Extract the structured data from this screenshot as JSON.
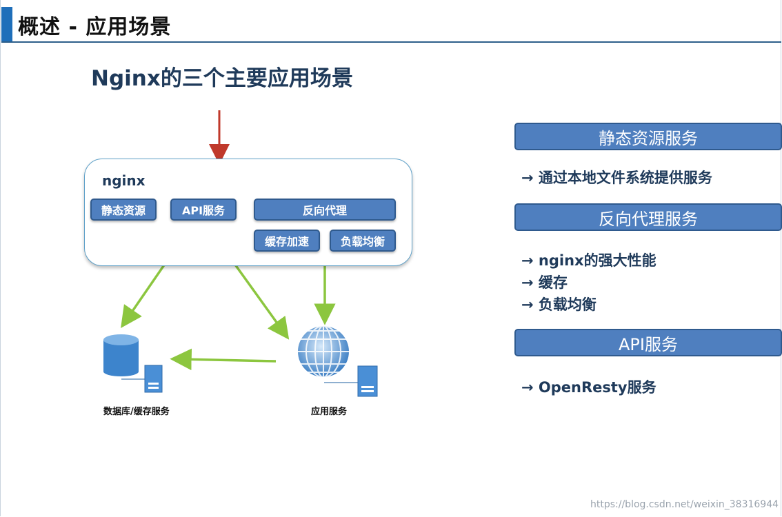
{
  "header": {
    "title": "概述 - 应用场景"
  },
  "subtitle": "Nginx的三个主要应用场景",
  "diagram": {
    "nginx_label": "nginx",
    "buttons": {
      "static": "静态资源",
      "api": "API服务",
      "reverse_proxy": "反向代理",
      "cache": "缓存加速",
      "load_balance": "负载均衡"
    },
    "db_caption": "数据库/缓存服务",
    "app_caption": "应用服务"
  },
  "sections": [
    {
      "title": "静态资源服务",
      "items": [
        "→ 通过本地文件系统提供服务"
      ]
    },
    {
      "title": "反向代理服务",
      "items": [
        "→ nginx的强大性能",
        "→ 缓存",
        "→ 负载均衡"
      ]
    },
    {
      "title": "API服务",
      "items": [
        "→ OpenResty服务"
      ]
    }
  ],
  "watermark": "https://blog.csdn.net/weixin_38316944",
  "colors": {
    "accent": "#1f6fba",
    "button": "#4f7fbf",
    "arrow_red": "#c0392b",
    "arrow_green": "#8cc63f"
  }
}
